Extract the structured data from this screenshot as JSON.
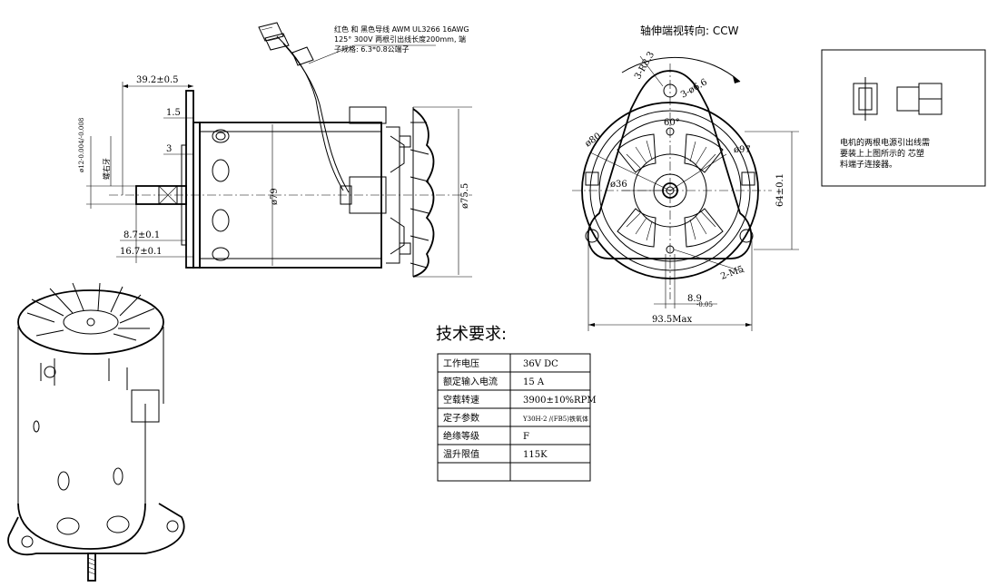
{
  "wire_note": {
    "line1": "红色 和 黑色导线 AWM UL3266 16AWG",
    "line2": "125° 300V 两根引出线长度200mm, 端",
    "line3": "子规格: 6.3*0.8公端子"
  },
  "side_view_dims": {
    "shaft_length": "39.2±0.5",
    "flange_thk": "1.5",
    "step": "3",
    "shaft_dia": "ø12-0.004/-0.008",
    "thread_note": "螺右牙",
    "body_dia": "ø79",
    "fan_dia": "ø75.5",
    "flat1": "8.7±0.1",
    "flat2": "16.7±0.1"
  },
  "end_view": {
    "rotation_label": "轴伸端视转向: CCW",
    "r_label": "3-R8.3",
    "hole_label": "3-ø6.6",
    "angle_label": "60°",
    "dia80": "ø80",
    "dia97": "ø97",
    "dia36": "ø36",
    "height_dim": "64±0.1",
    "screw_label": "2-M5",
    "flat_dim": "8.9",
    "flat_tol": "-0.05",
    "width_dim": "93.5Max"
  },
  "connector_note": {
    "line1": "电机的两根电源引出线需",
    "line2": "要装上上图所示的 芯塑",
    "line3": "料端子连接器。"
  },
  "tech_requirements": {
    "title": "技术要求:",
    "rows": [
      {
        "label": "工作电压",
        "value": "36V  DC"
      },
      {
        "label": "额定输入电流",
        "value": "15 A"
      },
      {
        "label": "空载转速",
        "value": "3900±10%RPM"
      },
      {
        "label": "定子参数",
        "value": "Y30H-2 /(FB5)铁氧体"
      },
      {
        "label": "绝缘等级",
        "value": "F"
      },
      {
        "label": "温升限值",
        "value": "115K"
      },
      {
        "label": "",
        "value": ""
      }
    ]
  }
}
